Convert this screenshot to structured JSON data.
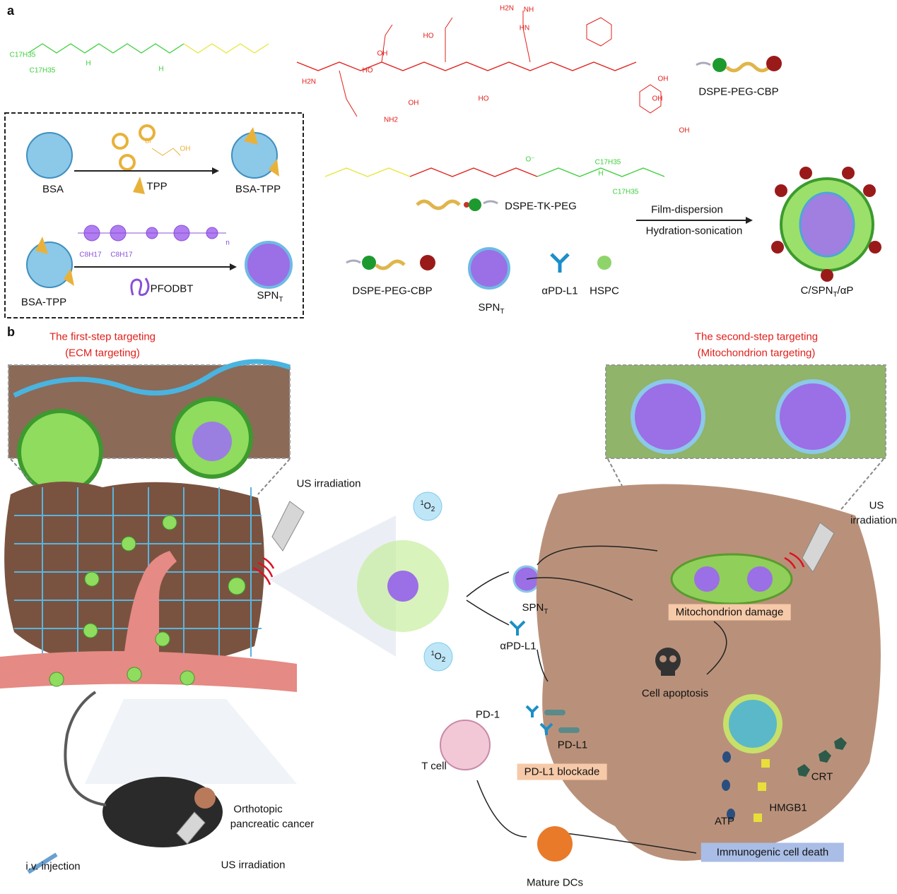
{
  "panels": {
    "a": "a",
    "b": "b"
  },
  "panel_a": {
    "dspe_peg_cbp_top": "DSPE-PEG-CBP",
    "bsa": "BSA",
    "tpp": "TPP",
    "bsa_tpp_1": "BSA-TPP",
    "bsa_tpp_2": "BSA-TPP",
    "pfodbt": "PFODBT",
    "spn_t_1": "SPN",
    "spn_t_sub": "T",
    "dspe_tk_peg": "DSPE-TK-PEG",
    "film_dispersion": "Film-dispersion",
    "hydration_sonication": "Hydration-sonication",
    "legend_dspe_peg_cbp": "DSPE-PEG-CBP",
    "legend_spn_t": "SPN",
    "legend_apdl1": "αPD-L1",
    "legend_hspc": "HSPC",
    "product": "C/SPN",
    "product_suffix": "/αP",
    "chem_labels": [
      "C17H35",
      "C17H35",
      "H",
      "H",
      "H2N",
      "NH2",
      "HO",
      "OH",
      "OH",
      "HO",
      "HO",
      "OH",
      "H2N",
      "NH",
      "HN",
      "OH",
      "OH",
      "Br",
      "OH",
      "C8H17",
      "C8H17",
      "n",
      "C17H35",
      "C17H35",
      "O⁻",
      "H"
    ]
  },
  "panel_b": {
    "first_step": "The first-step targeting",
    "first_step_sub": "(ECM targeting)",
    "second_step": "The second-step targeting",
    "second_step_sub": "(Mitochondrion targeting)",
    "us_irradiation_1": "US irradiation",
    "us_irradiation_2a": "US",
    "us_irradiation_2b": "irradiation",
    "singlet_oxygen_sup": "1",
    "singlet_oxygen": "O",
    "singlet_oxygen_sub": "2",
    "spn_t": "SPN",
    "apdl1": "αPD-L1",
    "mito_damage": "Mitochondrion damage",
    "cell_apoptosis": "Cell apoptosis",
    "pd1": "PD-1",
    "pdl1": "PD-L1",
    "t_cell": "T cell",
    "pdl1_blockade": "PD-L1 blockade",
    "crt": "CRT",
    "hmgb1": "HMGB1",
    "atp": "ATP",
    "icd": "Immunogenic cell death",
    "orthotopic_1": "Orthotopic",
    "orthotopic_2": "pancreatic cancer",
    "iv_injection": "i.v. injection",
    "us_irradiation_3": "US irradiation",
    "mature_dcs": "Mature DCs"
  },
  "colors": {
    "lipid": "#3ccf3c",
    "peg": "#e6e63a",
    "peptide": "#e0201b",
    "protein": "#4da6d8",
    "tpp": "#e8b23a",
    "polymer": "#9b59e0",
    "tissue": "#7a5340",
    "vessel": "#e58a84",
    "cell": "#b9917a"
  }
}
